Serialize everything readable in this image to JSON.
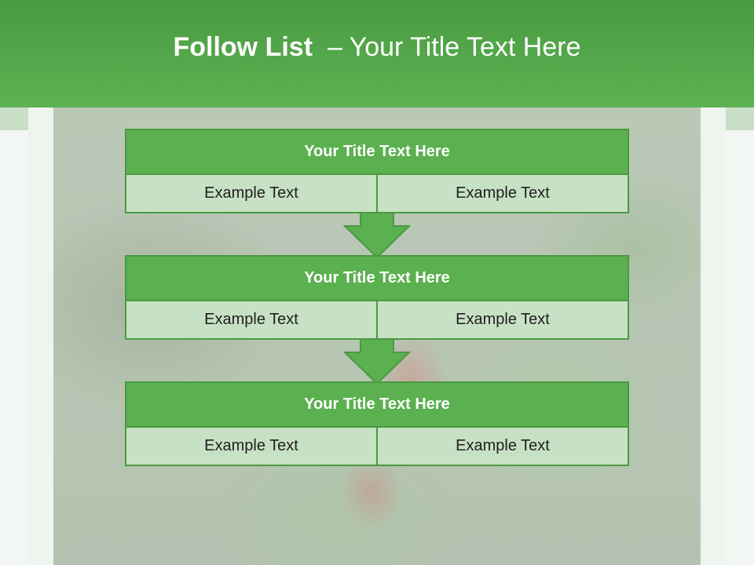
{
  "header": {
    "title_bold": "Follow List",
    "title_rest": "– Your Title Text Here"
  },
  "steps": [
    {
      "title": "Your Title Text Here",
      "left": "Example Text",
      "right": "Example Text"
    },
    {
      "title": "Your Title Text Here",
      "left": "Example Text",
      "right": "Example Text"
    },
    {
      "title": "Your Title Text Here",
      "left": "Example Text",
      "right": "Example Text"
    }
  ],
  "colors": {
    "header_green": "#5cb252",
    "box_green": "#5bb04f",
    "cell_light_green": "#c7e1c4"
  }
}
